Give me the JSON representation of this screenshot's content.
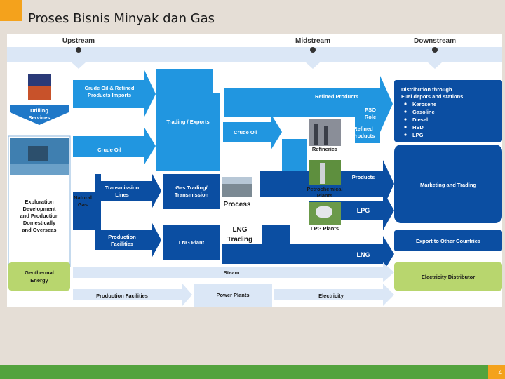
{
  "page": {
    "title": "Proses Bisnis Minyak dan Gas",
    "page_number": "4"
  },
  "stages": {
    "upstream": "Upstream",
    "midstream": "Midstream",
    "downstream": "Downstream"
  },
  "nodes": {
    "drilling_1": "Drilling",
    "drilling_2": "Services",
    "crude_refined_1": "Crude Oil & Refined",
    "crude_refined_2": "Products Imports",
    "trading_exports": "Trading / Exports",
    "refined_products": "Refined Products",
    "pso_1": "PSO",
    "pso_2": "Role",
    "crude_oil_left": "Crude Oil",
    "crude_oil_mid": "Crude Oil",
    "refined_small_1": "Refined",
    "refined_small_2": "Products",
    "refineries": "Refineries",
    "petrochem_products_1": "Petrochemical",
    "petrochem_products_2": "Products",
    "petrochem_plants_1": "Petrochemical",
    "petrochem_plants_2": "Plants",
    "exploration_1": "Exploration",
    "exploration_2": "Development",
    "exploration_3": "and Production",
    "exploration_4": "Domestically",
    "exploration_5": "and Overseas",
    "transmission_1": "Transmission",
    "transmission_2": "Lines",
    "natural_gas_1": "Natural",
    "natural_gas_2": "Gas",
    "gas_trading_1": "Gas Trading/",
    "gas_trading_2": "Transmission",
    "process": "Process",
    "lpg": "LPG",
    "lng_plant": "LNG Plant",
    "lng_trading_1": "LNG",
    "lng_trading_2": "Trading",
    "lpg_plants": "LPG Plants",
    "production_facilities_1": "Production",
    "production_facilities_2": "Facilities",
    "lng": "LNG",
    "marketing_trading": "Marketing and Trading",
    "export": "Export to Other Countries",
    "geothermal_1": "Geothermal",
    "geothermal_2": "Energy",
    "steam": "Steam",
    "electricity_distributor": "Electricity Distributor",
    "production_facilities_bottom": "Production Facilities",
    "power_plants": "Power Plants",
    "electricity": "Electricity"
  },
  "distribution": {
    "heading_1": "Distribution through",
    "heading_2": "Fuel depots and stations",
    "items": [
      "Kerosene",
      "Gasoline",
      "Diesel",
      "HSD",
      "LPG"
    ]
  },
  "colors": {
    "dark_blue": "#0b4ea2",
    "mid_blue": "#1f78c8",
    "light_blue": "#2196e0",
    "pale_blue": "#dbe7f6",
    "green": "#b8d66e",
    "accent": "#f4a21c",
    "footer": "#53a33e"
  }
}
